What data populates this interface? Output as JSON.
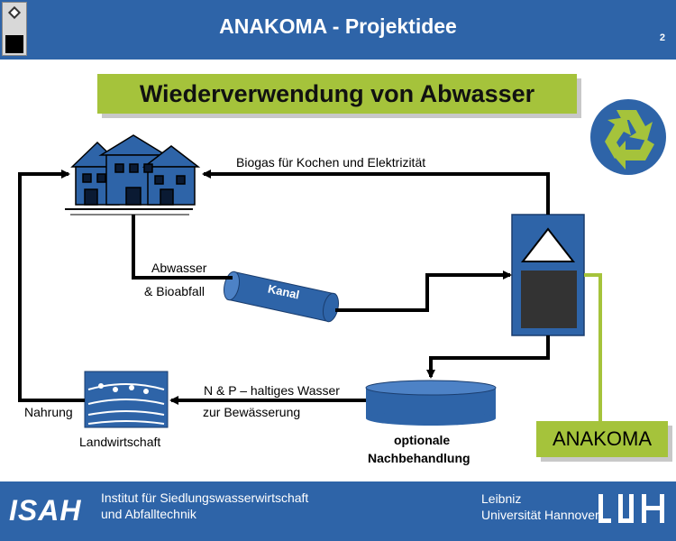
{
  "header": {
    "title": "ANAKOMA - Projektidee",
    "page_number": "2"
  },
  "headline": "Wiederverwendung von Abwasser",
  "diagram": {
    "biogas_label": "Biogas für Kochen und Elektrizität",
    "abwasser_label_1": "Abwasser",
    "abwasser_label_2": "& Bioabfall",
    "kanal_label": "Kanal",
    "water_label_1": "N & P – haltiges Wasser",
    "water_label_2": "zur Bewässerung",
    "nahrung_label": "Nahrung",
    "landwirtschaft_label": "Landwirtschaft",
    "nachbehandlung_label_1": "optionale",
    "nachbehandlung_label_2": "Nachbehandlung",
    "anakoma_label": "ANAKOMA"
  },
  "footer": {
    "logo_text": "ISAH",
    "institute_line_1": "Institut für Siedlungswasserwirtschaft",
    "institute_line_2": "und Abfalltechnik",
    "uni_line_1": "Leibniz",
    "uni_line_2": "Universität Hannover"
  },
  "colors": {
    "blue": "#2e64a8",
    "green": "#a5c33b",
    "dark": "#333333"
  }
}
